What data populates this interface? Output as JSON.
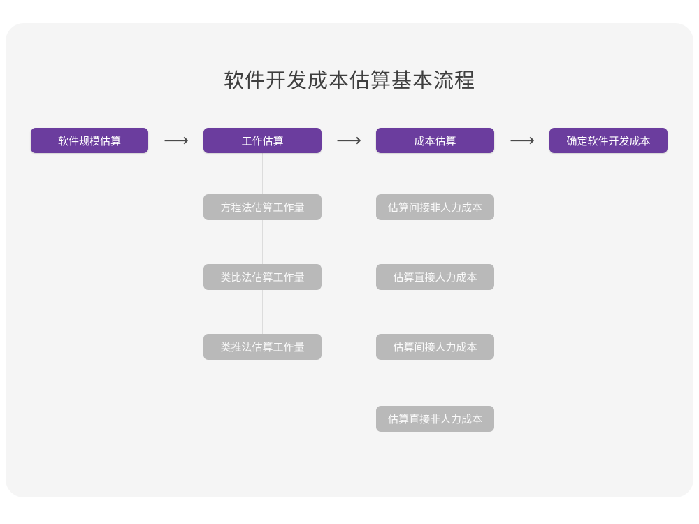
{
  "diagram": {
    "title": "软件开发成本估算基本流程",
    "colors": {
      "card_background": "#f5f5f5",
      "page_background": "#ffffff",
      "primary_node": "#6b3d9e",
      "secondary_node": "#b9b9b9",
      "title_text": "#3f3f3f",
      "connector_line": "#dcdcdc",
      "arrow": "#4a4a4a"
    },
    "arrows": [
      {
        "glyph": "⟶",
        "name": "arrow-step-1-to-2"
      },
      {
        "glyph": "⟶",
        "name": "arrow-step-2-to-3"
      },
      {
        "glyph": "⟶",
        "name": "arrow-step-3-to-4"
      }
    ],
    "main_steps": [
      {
        "label": "软件规模估算"
      },
      {
        "label": "工作估算"
      },
      {
        "label": "成本估算"
      },
      {
        "label": "确定软件开发成本"
      }
    ],
    "sub_steps_work": [
      {
        "label": "方程法估算工作量"
      },
      {
        "label": "类比法估算工作量"
      },
      {
        "label": "类推法估算工作量"
      }
    ],
    "sub_steps_cost": [
      {
        "label": "估算间接非人力成本"
      },
      {
        "label": "估算直接人力成本"
      },
      {
        "label": "估算间接人力成本"
      },
      {
        "label": "估算直接非人力成本"
      }
    ]
  }
}
